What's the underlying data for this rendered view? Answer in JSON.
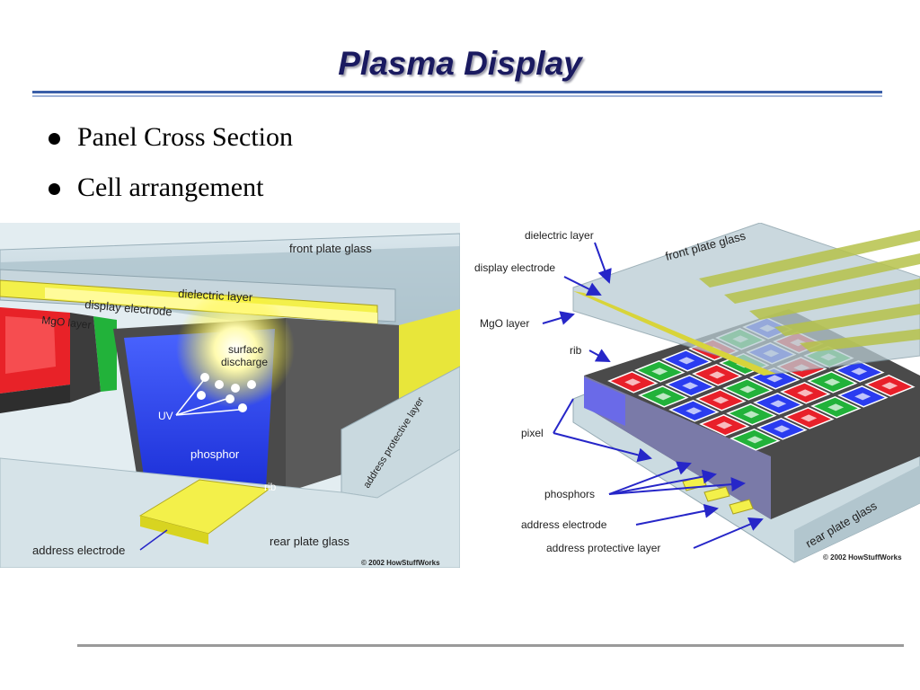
{
  "slide": {
    "title": "Plasma Display",
    "bullets": [
      "Panel Cross Section",
      "Cell arrangement"
    ]
  },
  "figure_left": {
    "labels": {
      "front_plate_glass": "front plate glass",
      "dielectric_layer": "dielectric layer",
      "display_electrode": "display electrode",
      "mgo_layer": "MgO layer",
      "surface_discharge_1": "surface",
      "surface_discharge_2": "discharge",
      "uv": "UV",
      "phosphor": "phosphor",
      "rib": "rib",
      "address_protective_layer": "address protective layer",
      "rear_plate_glass": "rear plate glass",
      "address_electrode": "address electrode"
    },
    "credit": "© 2002 HowStuffWorks"
  },
  "figure_right": {
    "labels": {
      "dielectric_layer": "dielectric layer",
      "display_electrode": "display electrode",
      "front_plate_glass": "front plate glass",
      "mgo_layer": "MgO layer",
      "rib": "rib",
      "pixel": "pixel",
      "phosphors": "phosphors",
      "address_electrode": "address electrode",
      "address_protective_layer": "address protective layer",
      "rear_plate_glass": "rear plate glass"
    },
    "credit": "© 2002 HowStuffWorks"
  },
  "colors": {
    "title": "#1a1a60",
    "title_rule": "#3a5ea8",
    "phosphor_blue": "#2a3cf0",
    "phosphor_red": "#e8202a",
    "phosphor_green": "#22b23a",
    "electrode_yellow": "#f2f040",
    "arrow_blue": "#2626c8"
  }
}
